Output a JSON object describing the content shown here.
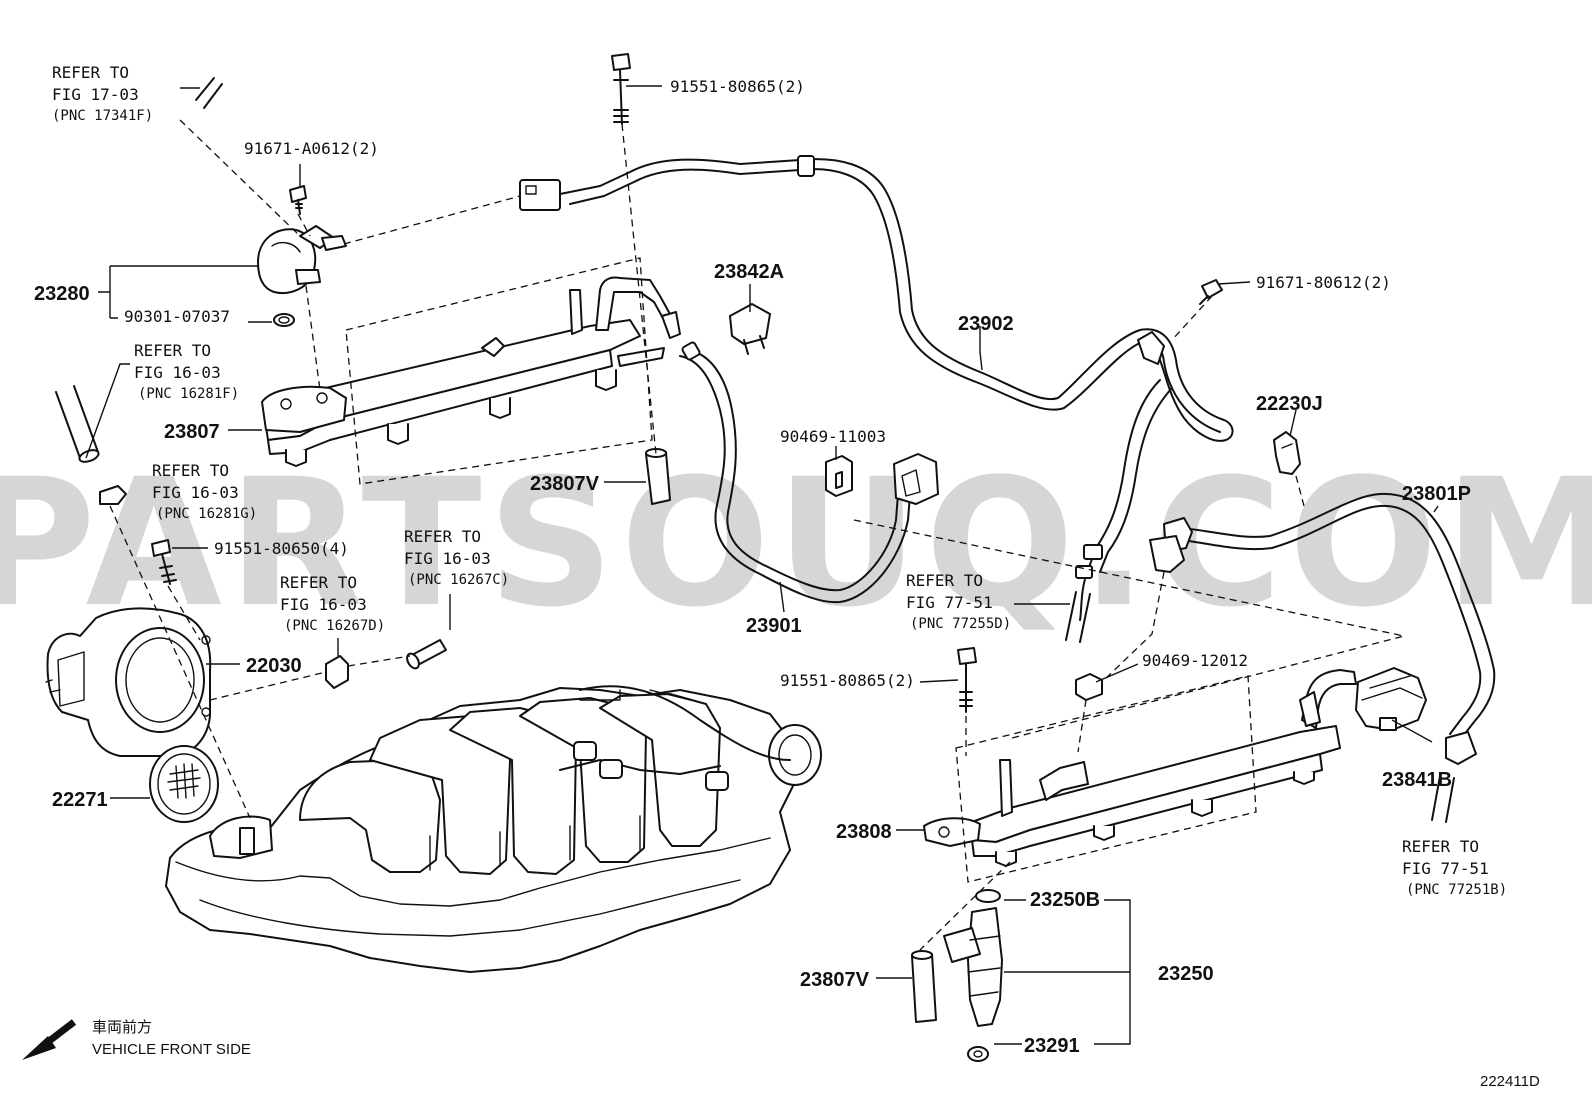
{
  "watermark": "PARTSOUQ.COM",
  "figure_code": "222411D",
  "front_note": {
    "jp": "車両前方",
    "en": "VEHICLE FRONT SIDE"
  },
  "part_numbers": {
    "p23280": "23280",
    "p23807": "23807",
    "p23807v_top": "23807V",
    "p23807v_bottom": "23807V",
    "p22030": "22030",
    "p22271": "22271",
    "p23842a": "23842A",
    "p23901": "23901",
    "p23902": "23902",
    "p22230j": "22230J",
    "p23801p": "23801P",
    "p23841b": "23841B",
    "p23808": "23808",
    "p23250b": "23250B",
    "p23250": "23250",
    "p23291": "23291"
  },
  "hardware": {
    "h91551_80865_top": "91551-80865(2)",
    "h91671_a0612": "91671-A0612(2)",
    "h90301_07037": "90301-07037",
    "h91671_80612": "91671-80612(2)",
    "h90469_11003": "90469-11003",
    "h91551_80650": "91551-80650(4)",
    "h91551_80865_bottom": "91551-80865(2)",
    "h90469_12012": "90469-12012"
  },
  "references": [
    {
      "l1": "REFER TO",
      "l2": "FIG 17-03",
      "l3": "(PNC 17341F)"
    },
    {
      "l1": "REFER TO",
      "l2": "FIG 16-03",
      "l3": "(PNC 16281F)"
    },
    {
      "l1": "REFER TO",
      "l2": "FIG 16-03",
      "l3": "(PNC 16281G)"
    },
    {
      "l1": "REFER TO",
      "l2": "FIG 16-03",
      "l3": "(PNC 16267C)"
    },
    {
      "l1": "REFER TO",
      "l2": "FIG 16-03",
      "l3": "(PNC 16267D)"
    },
    {
      "l1": "REFER TO",
      "l2": "FIG 77-51",
      "l3": "(PNC 77255D)"
    },
    {
      "l1": "REFER TO",
      "l2": "FIG 77-51",
      "l3": "(PNC 77251B)"
    }
  ]
}
